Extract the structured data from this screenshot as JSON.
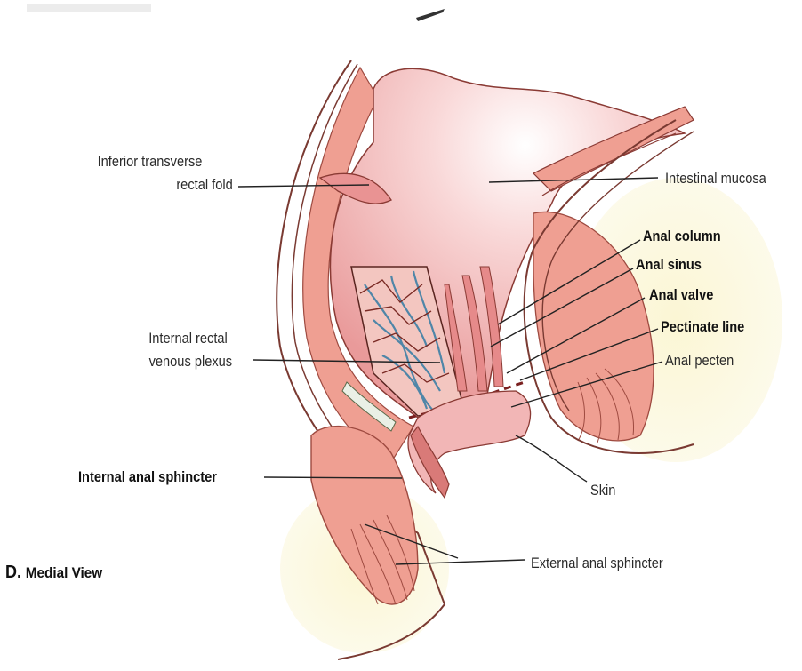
{
  "figure": {
    "caption_letter": "D.",
    "caption_text": "Medial View"
  },
  "labels": {
    "inferior_transverse_line1": "Inferior transverse",
    "inferior_transverse_line2": "rectal fold",
    "intestinal_mucosa": "Intestinal mucosa",
    "anal_column": "Anal column",
    "anal_sinus": "Anal sinus",
    "anal_valve": "Anal valve",
    "pectinate_line": "Pectinate line",
    "anal_pecten": "Anal pecten",
    "internal_rectal_line1": "Internal rectal",
    "internal_rectal_line2": "venous plexus",
    "internal_anal_sphincter": "Internal anal sphincter",
    "skin": "Skin",
    "external_anal_sphincter": "External anal sphincter"
  },
  "colors": {
    "mucosa": "#f2b0b0",
    "mucosa_light": "#fbe3e3",
    "muscle": "#ee9a8c",
    "muscle_line": "#a8483e",
    "fat": "#f6f1c4",
    "vein": "#4f86a8",
    "outline": "#6a2a24"
  }
}
